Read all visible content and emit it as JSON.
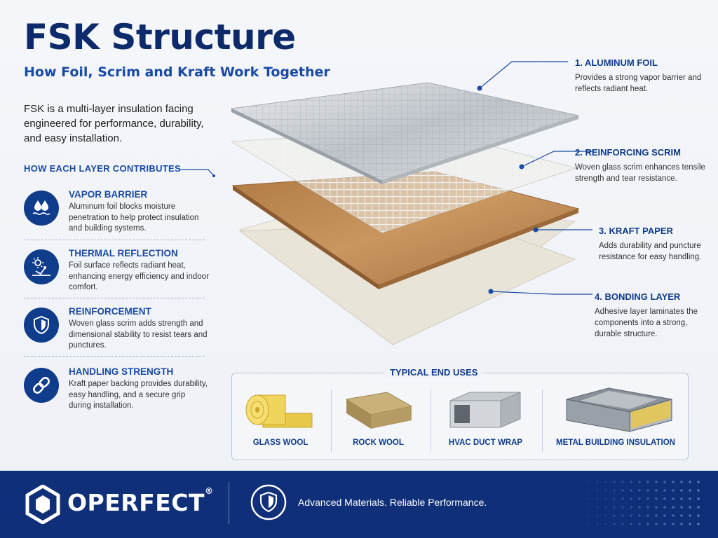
{
  "title": "FSK Structure",
  "subtitle": "How Foil, Scrim and Kraft Work Together",
  "intro": "FSK is a multi-layer insulation facing engineered for performance, durability, and easy installation.",
  "contributions_heading": "HOW EACH LAYER CONTRIBUTES",
  "features": [
    {
      "icon": "water-drops-icon",
      "title": "VAPOR BARRIER",
      "text": "Aluminum foil blocks moisture penetration to help protect insulation and building systems."
    },
    {
      "icon": "sun-reflection-icon",
      "title": "THERMAL REFLECTION",
      "text": "Foil surface reflects radiant heat, enhancing energy efficiency and indoor comfort."
    },
    {
      "icon": "shield-icon",
      "title": "REINFORCEMENT",
      "text": "Woven glass scrim adds strength and dimensional stability to resist tears and punctures."
    },
    {
      "icon": "chain-link-icon",
      "title": "HANDLING STRENGTH",
      "text": "Kraft paper backing provides durability, easy handling, and a secure grip during installation."
    }
  ],
  "layers": [
    {
      "title": "1. ALUMINUM FOIL",
      "text": "Provides a strong vapor barrier and reflects radiant heat.",
      "color": "#c9cdd3"
    },
    {
      "title": "2. REINFORCING SCRIM",
      "text": "Woven glass scrim enhances tensile strength and tear resistance.",
      "color": "#f2f2ef"
    },
    {
      "title": "3. KRAFT PAPER",
      "text": "Adds durability and puncture resistance for easy handling.",
      "color": "#c8935e"
    },
    {
      "title": "4. BONDING LAYER",
      "text": "Adhesive layer laminates the components into a strong, durable structure.",
      "color": "#ebe7dc"
    }
  ],
  "uses_title": "TYPICAL END USES",
  "uses": [
    {
      "icon": "glass-wool-roll-icon",
      "label": "GLASS WOOL"
    },
    {
      "icon": "rock-wool-board-icon",
      "label": "ROCK WOOL"
    },
    {
      "icon": "hvac-duct-icon",
      "label": "HVAC DUCT WRAP"
    },
    {
      "icon": "metal-building-icon",
      "label": "METAL BUILDING INSULATION"
    }
  ],
  "footer": {
    "brand": "OPERFECT",
    "registered": "®",
    "tagline": "Advanced Materials. Reliable Performance."
  },
  "colors": {
    "navy": "#0f2f78",
    "accent_blue": "#1a4aa3",
    "title_navy": "#0d2a6b"
  }
}
